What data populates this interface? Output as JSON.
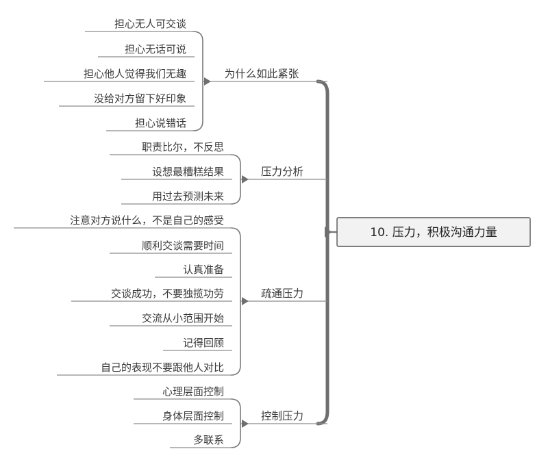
{
  "root": {
    "label": "10. 压力，积极沟通力量"
  },
  "branches": [
    {
      "label": "为什么如此紧张",
      "items": [
        "担心无人可交谈",
        "担心无话可说",
        "担心他人觉得我们无趣",
        "没给对方留下好印象",
        "担心说错话"
      ]
    },
    {
      "label": "压力分析",
      "items": [
        "职责比尔，不反思",
        "设想最糟糕结果",
        "用过去预测未来"
      ]
    },
    {
      "label": "疏通压力",
      "items": [
        "注意对方说什么，不是自己的感受",
        "顺利交谈需要时间",
        "认真准备",
        "交谈成功，不要独揽功劳",
        "交流从小范围开始",
        "记得回顾",
        "自己的表现不要跟他人对比"
      ]
    },
    {
      "label": "控制压力",
      "items": [
        "心理层面控制",
        "身体层面控制",
        "多联系"
      ]
    }
  ]
}
